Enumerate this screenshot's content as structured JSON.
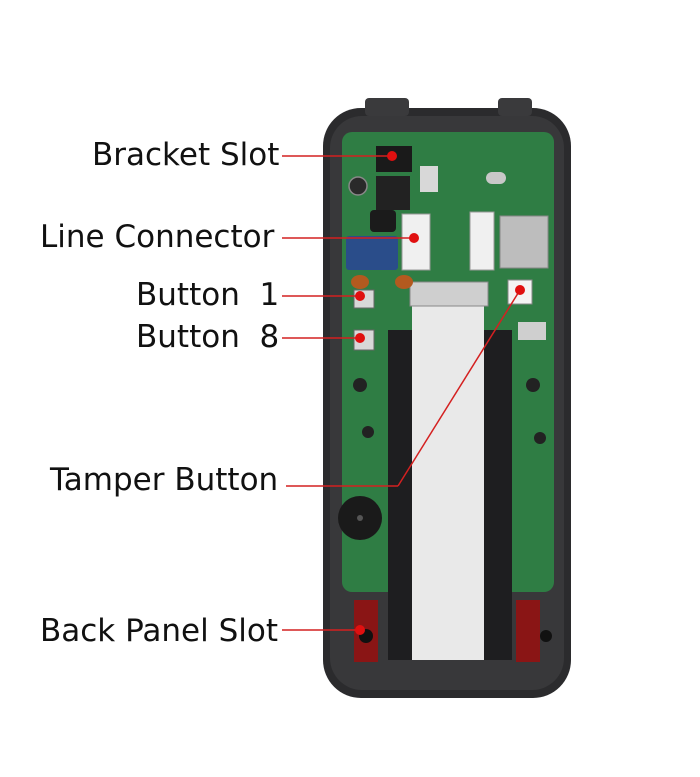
{
  "labels": {
    "bracket_slot": "Bracket Slot",
    "line_connector": "Line Connector",
    "button_1": "Button  1",
    "button_8": "Button  8",
    "tamper_button": "Tamper Button",
    "back_panel_slot": "Back Panel Slot"
  },
  "colors": {
    "callout_line": "#d42020",
    "callout_dot": "#e01010",
    "housing": "#2b2b2d",
    "pcb": "#2f7d44",
    "ribbon": "#e9e9e9"
  }
}
